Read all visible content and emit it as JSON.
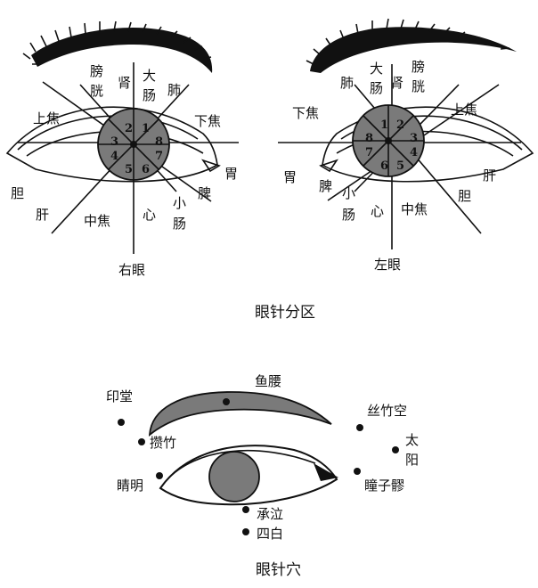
{
  "top": {
    "caption": "眼针分区",
    "right_eye": {
      "caption": "右眼",
      "numbers": [
        "1",
        "2",
        "3",
        "4",
        "5",
        "6",
        "7",
        "8"
      ],
      "labels": {
        "pangguang": [
          "膀",
          "胱"
        ],
        "shen": "肾",
        "dachang": [
          "大",
          "肠"
        ],
        "fei": "肺",
        "shangjiao": "上焦",
        "xiajiao": "下焦",
        "wei": "胃",
        "pi": "脾",
        "xiaochang": [
          "小",
          "肠"
        ],
        "xin": "心",
        "zhongjiao": "中焦",
        "gan": "肝",
        "dan": "胆"
      }
    },
    "left_eye": {
      "caption": "左眼",
      "numbers": [
        "1",
        "2",
        "3",
        "4",
        "5",
        "6",
        "7",
        "8"
      ],
      "labels": {
        "dachang": [
          "大",
          "肠"
        ],
        "pangguang": [
          "膀",
          "胱"
        ],
        "shen": "肾",
        "fei": "肺",
        "shangjiao": "上焦",
        "xiajiao": "下焦",
        "wei": "胃",
        "pi": "脾",
        "xiaochang": [
          "小",
          "肠"
        ],
        "xin": "心",
        "zhongjiao": "中焦",
        "gan": "肝",
        "dan": "胆"
      }
    }
  },
  "bottom": {
    "caption": "眼针穴",
    "points": {
      "yuyao": "鱼腰",
      "yintang": "印堂",
      "sizhukong": "丝竹空",
      "zanzhu": "攒竹",
      "taiyang": [
        "太",
        "阳"
      ],
      "jingming": "睛明",
      "tongziliao": "瞳子髎",
      "chengqi": "承泣",
      "sibai": "四白"
    }
  },
  "colors": {
    "iris": "#7a7a7a",
    "ink": "#111111",
    "background": "#ffffff"
  }
}
